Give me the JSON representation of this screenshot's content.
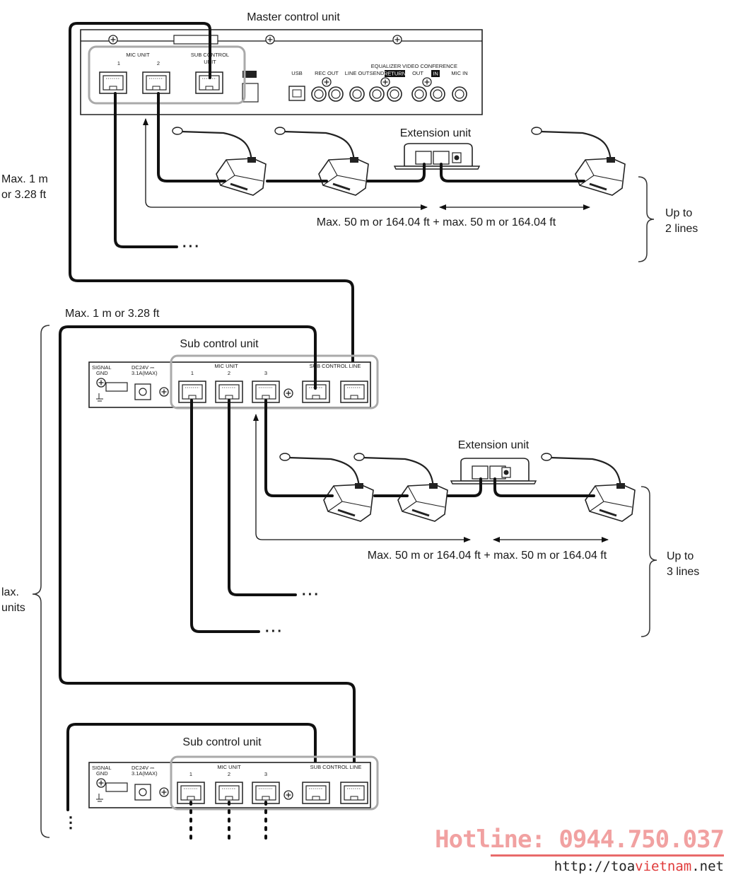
{
  "labels": {
    "master_unit": "Master control unit",
    "extension_unit_1": "Extension unit",
    "extension_unit_2": "Extension unit",
    "sub_unit_1": "Sub control unit",
    "sub_unit_2": "Sub control unit",
    "max_1m_a_line1": "Max. 1 m",
    "max_1m_a_line2": "or 3.28 ft",
    "max_1m_b": "Max. 1 m or 3.28 ft",
    "dist_1": "Max. 50 m or 164.04 ft + max. 50 m or 164.04 ft",
    "dist_2": "Max. 50 m or 164.04 ft + max. 50 m or 164.04 ft",
    "upto_2_line1": "Up to",
    "upto_2_line2": "2 lines",
    "upto_3_line1": "Up to",
    "upto_3_line2": "3 lines",
    "max_units_line1": "lax.",
    "max_units_line2": "units",
    "dots": "···",
    "vdots": "⋮"
  },
  "master_panel": {
    "mic_unit": "MIC UNIT",
    "port_1": "1",
    "port_2": "2",
    "sub_control_l1": "SUB CONTROL",
    "sub_control_l2": "UNIT",
    "usb": "USB",
    "rec_out": "REC OUT",
    "line_out": "LINE OUT",
    "equalizer": "EQUALIZER",
    "send": "SEND",
    "return": "RETURN",
    "video_conf": "VIDEO CONFERENCE",
    "out": "OUT",
    "in": "IN",
    "mic_in": "MIC IN"
  },
  "sub_panel": {
    "signal": "SIGNAL",
    "gnd": "GND",
    "dc": "DC24V ⎓",
    "amp": "3.1A(MAX)",
    "mic_unit": "MIC UNIT",
    "p1": "1",
    "p2": "2",
    "p3": "3",
    "sub_line": "SUB CONTROL LINE"
  },
  "hotline": {
    "phone": "Hotline: 0944.750.037",
    "url_pre": "http://toa",
    "url_accent": "vietnam",
    "url_post": ".net"
  }
}
